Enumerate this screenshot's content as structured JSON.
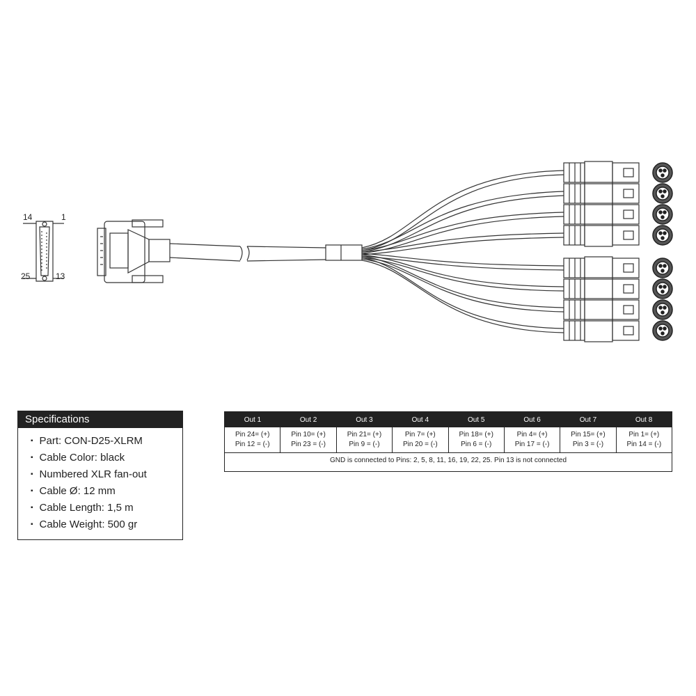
{
  "connector_pins": {
    "top_left": "14",
    "top_right": "1",
    "bottom_left": "25",
    "bottom_right": "13"
  },
  "specifications": {
    "title": "Specifications",
    "items": [
      "Part: CON-D25-XLRM",
      "Cable Color: black",
      "Numbered XLR fan-out",
      "Cable Ø: 12 mm",
      "Cable Length: 1,5 m",
      "Cable Weight: 500 gr"
    ]
  },
  "pin_table": {
    "headers": [
      "Out 1",
      "Out 2",
      "Out 3",
      "Out 4",
      "Out 5",
      "Out 6",
      "Out 7",
      "Out 8"
    ],
    "plus": [
      "Pin 24= (+)",
      "Pin 10= (+)",
      "Pin 21= (+)",
      "Pin 7= (+)",
      "Pin 18= (+)",
      "Pin 4= (+)",
      "Pin 15= (+)",
      "Pin 1= (+)"
    ],
    "minus": [
      "Pin 12 = (-)",
      "Pin 23 = (-)",
      "Pin 9 = (-)",
      "Pin 20 = (-)",
      "Pin 6 = (-)",
      "Pin 17 = (-)",
      "Pin 3 = (-)",
      "Pin 14 = (-)"
    ],
    "note": "GND is connected to Pins: 2, 5, 8, 11, 16, 19, 22, 25. Pin 13 is not connected"
  }
}
